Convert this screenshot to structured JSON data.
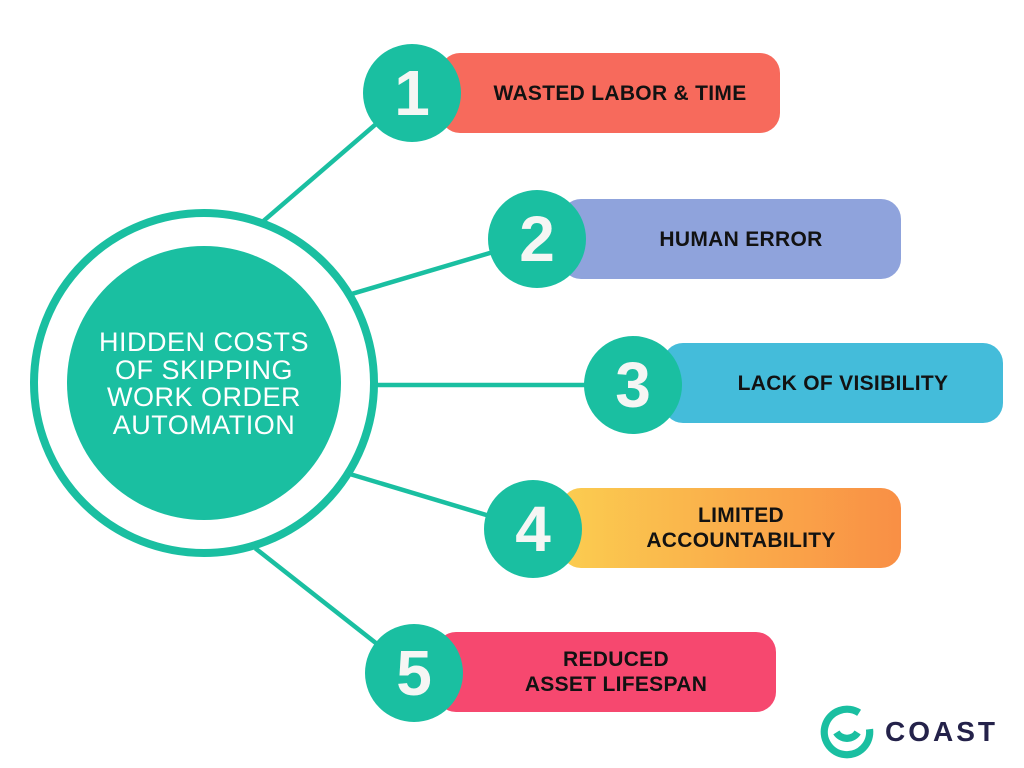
{
  "palette": {
    "teal": "#1ABFA1",
    "item1": "#F76A5C",
    "item2": "#8FA3DC",
    "item3": "#44BCDA",
    "item4_start": "#FBCD50",
    "item4_end": "#F98F45",
    "item5": "#F6486F",
    "number_color": "#F5F6F4",
    "label_color": "#121212",
    "logo_navy": "#24224A"
  },
  "center": {
    "line1": "HIDDEN COSTS",
    "line2": "OF SKIPPING",
    "line3": "WORK ORDER",
    "line4": "AUTOMATION"
  },
  "items": [
    {
      "number": "1",
      "label": "WASTED LABOR & TIME"
    },
    {
      "number": "2",
      "label": "HUMAN ERROR"
    },
    {
      "number": "3",
      "label": "LACK OF VISIBILITY"
    },
    {
      "number": "4",
      "label": "LIMITED\nACCOUNTABILITY"
    },
    {
      "number": "5",
      "label": "REDUCED\nASSET LIFESPAN"
    }
  ],
  "logo": {
    "brand": "COAST",
    "icon": "coast-smile-circle-icon"
  }
}
